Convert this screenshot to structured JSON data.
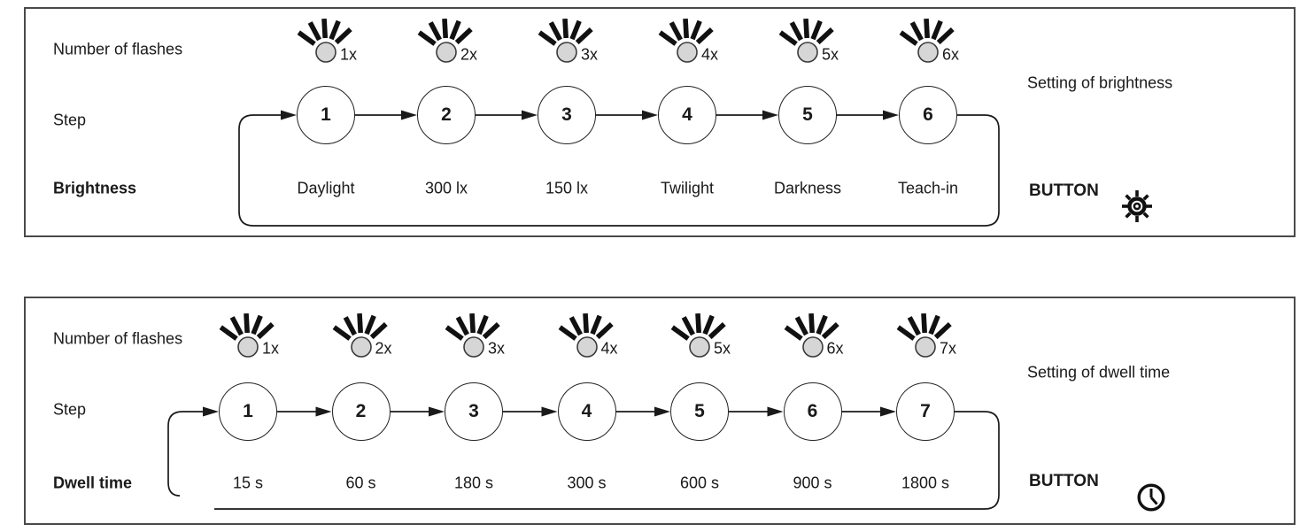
{
  "colors": {
    "led_fill": "#d6d6d6",
    "line": "#1a1a1a",
    "border": "#4a4a4a"
  },
  "panels": [
    {
      "row_labels": {
        "flashes": "Number of flashes",
        "step": "Step",
        "value": "Brightness"
      },
      "setting_label": "Setting of brightness",
      "button_label": "BUTTON",
      "button_icon": "brightness-sun-icon",
      "flash_labels": [
        "1x",
        "2x",
        "3x",
        "4x",
        "5x",
        "6x"
      ],
      "steps": [
        "1",
        "2",
        "3",
        "4",
        "5",
        "6"
      ],
      "values": [
        "Daylight",
        "300 lx",
        "150 lx",
        "Twilight",
        "Darkness",
        "Teach-in"
      ]
    },
    {
      "row_labels": {
        "flashes": "Number of flashes",
        "step": "Step",
        "value": "Dwell time"
      },
      "setting_label": "Setting of dwell time",
      "button_label": "BUTTON",
      "button_icon": "clock-icon",
      "flash_labels": [
        "1x",
        "2x",
        "3x",
        "4x",
        "5x",
        "6x",
        "7x"
      ],
      "steps": [
        "1",
        "2",
        "3",
        "4",
        "5",
        "6",
        "7"
      ],
      "values": [
        "15 s",
        "60 s",
        "180 s",
        "300 s",
        "600 s",
        "900 s",
        "1800 s"
      ]
    }
  ]
}
